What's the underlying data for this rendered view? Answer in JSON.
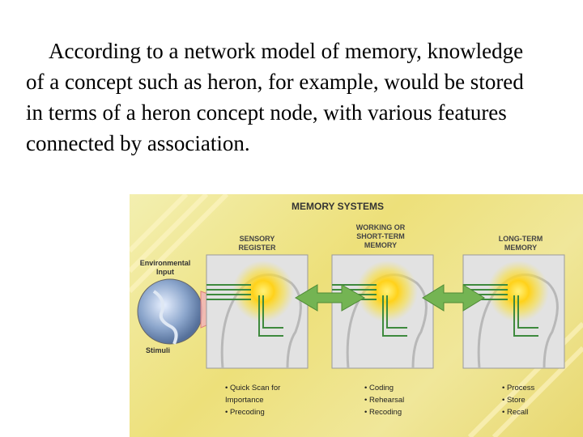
{
  "paragraph": "According to a network model of memory, knowledge of a concept such as heron, for example, would be stored in terms of a heron concept node, with various features connected by association.",
  "figure": {
    "title": "MEMORY SYSTEMS",
    "env_input_label": "Environmental Input",
    "stimuli_label": "Stimuli",
    "stages": [
      {
        "label": "SENSORY REGISTER",
        "bullets": [
          "Quick Scan for Importance",
          "Precoding"
        ]
      },
      {
        "label": "WORKING OR SHORT-TERM MEMORY",
        "bullets": [
          "Coding",
          "Rehearsal",
          "Recoding"
        ]
      },
      {
        "label": "LONG-TERM MEMORY",
        "bullets": [
          "Process",
          "Store",
          "Recall"
        ]
      }
    ],
    "colors": {
      "background": "#efe48c",
      "glow": "#ffd400",
      "arrow": "#6fae4a",
      "panel": "#dcdcdc"
    }
  }
}
